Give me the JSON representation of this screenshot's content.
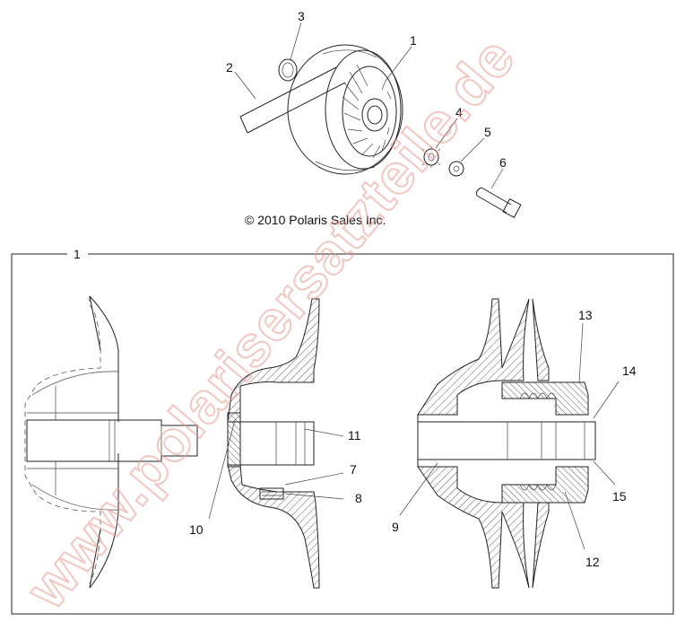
{
  "copyright": "© 2010 Polaris Sales Inc.",
  "watermark": "www.polarisersatzteile.de",
  "box_label": "1",
  "callouts": {
    "c1": "1",
    "c2": "2",
    "c3": "3",
    "c4": "4",
    "c5": "5",
    "c6": "6",
    "c7": "7",
    "c8": "8",
    "c9": "9",
    "c10": "10",
    "c11": "11",
    "c12": "12",
    "c13": "13",
    "c14": "14",
    "c15": "15"
  },
  "colors": {
    "line": "#222222",
    "watermark": "#e8998f",
    "background": "#ffffff"
  }
}
